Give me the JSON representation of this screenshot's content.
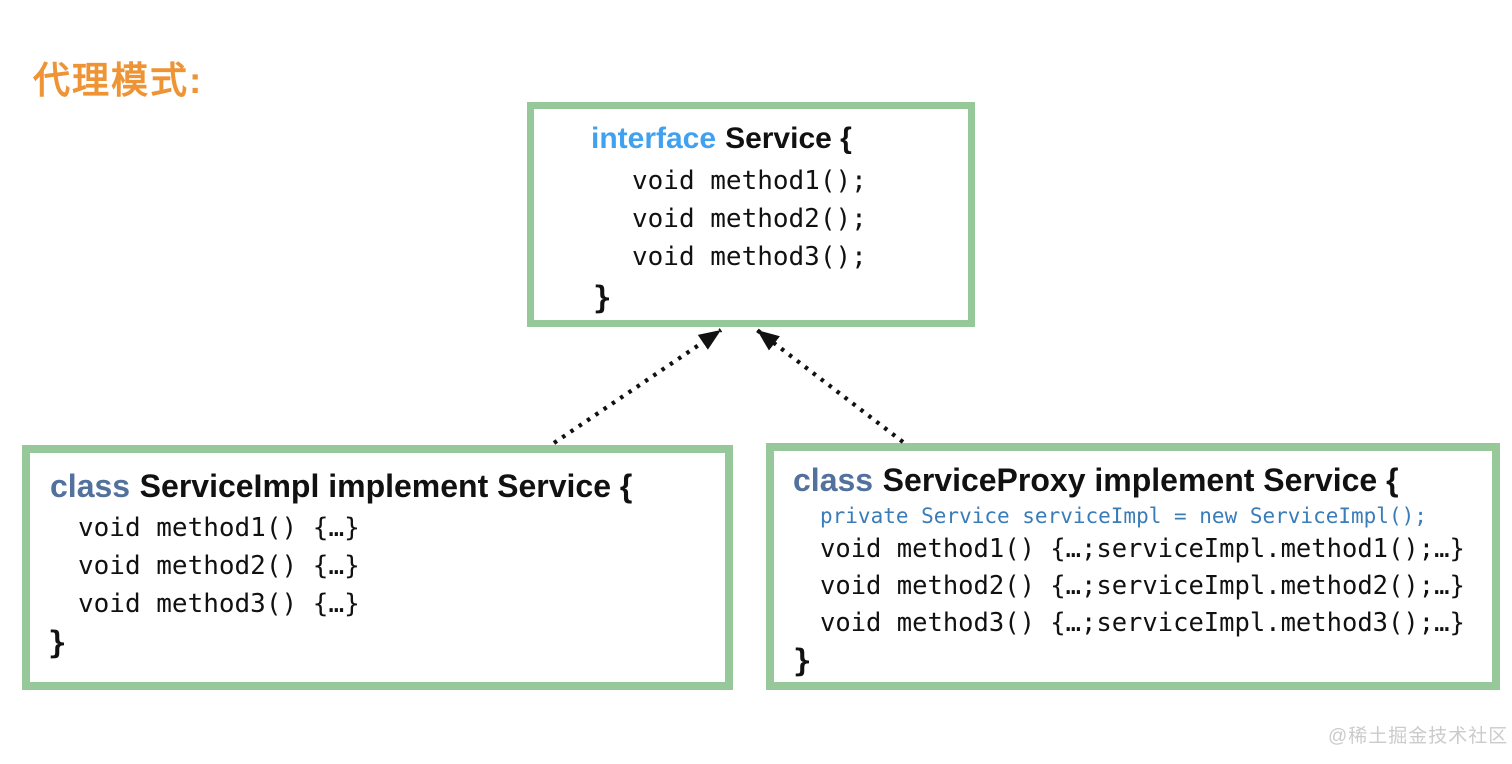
{
  "page": {
    "title": "代理模式:",
    "watermark": "@稀土掘金技术社区"
  },
  "colors": {
    "title_orange": "#EE9435",
    "box_border": "#97C89A",
    "interface_keyword_blue": "#42A1EF",
    "class_keyword_slate": "#52719D",
    "field_code_blue": "#3A7CB8",
    "code_black": "#111111",
    "watermark_gray": "#CBCBCB",
    "arrow_black": "#111111"
  },
  "interface_box": {
    "keyword": "interface",
    "signature": "Service {",
    "methods": [
      "void method1();",
      "void method2();",
      "void method3();"
    ],
    "closing_brace": "}"
  },
  "impl_box": {
    "keyword": "class",
    "signature": "ServiceImpl implement Service {",
    "methods": [
      "void method1() {…}",
      "void method2() {…}",
      "void method3() {…}"
    ],
    "closing_brace": "}"
  },
  "proxy_box": {
    "keyword": "class",
    "signature": "ServiceProxy implement Service {",
    "field_declaration": "private Service serviceImpl = new ServiceImpl();",
    "methods": [
      "void method1() {…;serviceImpl.method1();…}",
      "void method2() {…;serviceImpl.method2();…}",
      "void method3() {…;serviceImpl.method3();…}"
    ],
    "closing_brace": "}"
  }
}
